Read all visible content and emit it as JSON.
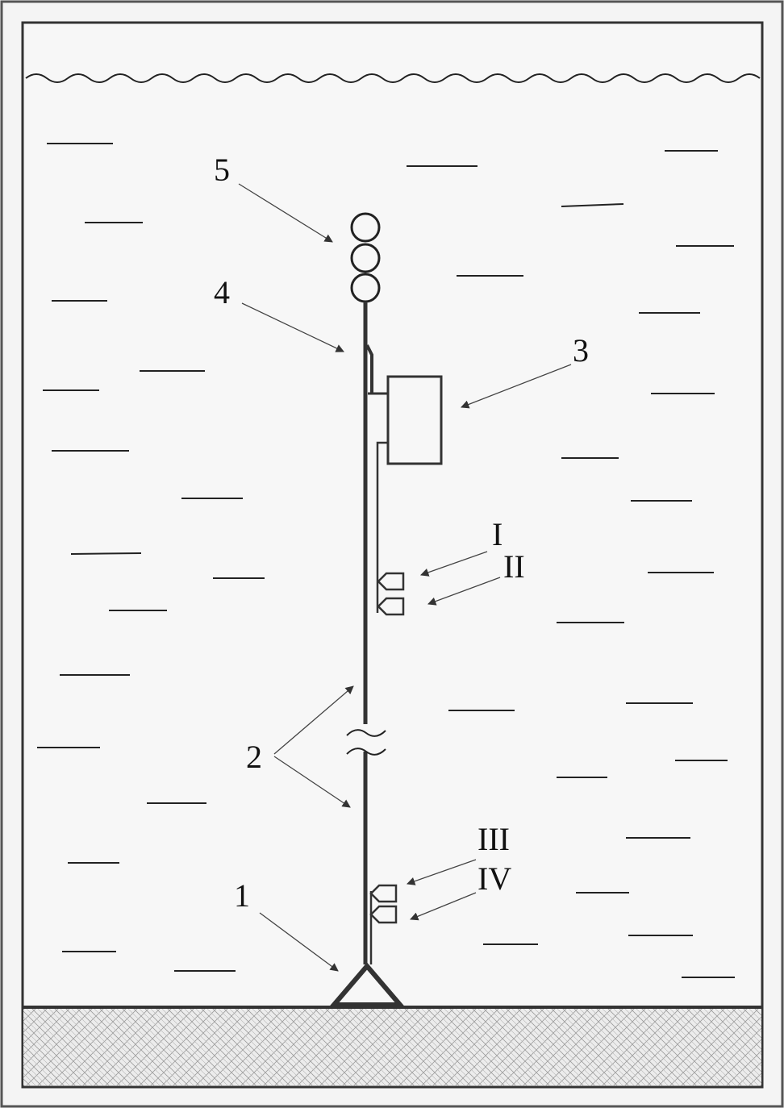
{
  "diagram": {
    "labels": {
      "anchor": "1",
      "line": "2",
      "instrument": "3",
      "rope": "4",
      "floats": "5",
      "sensor_1": "I",
      "sensor_2": "II",
      "sensor_3": "III",
      "sensor_4": "IV"
    }
  },
  "colors": {
    "stroke": "#222222",
    "background": "#f4f4f4",
    "seabed": "#e8e8e8"
  }
}
